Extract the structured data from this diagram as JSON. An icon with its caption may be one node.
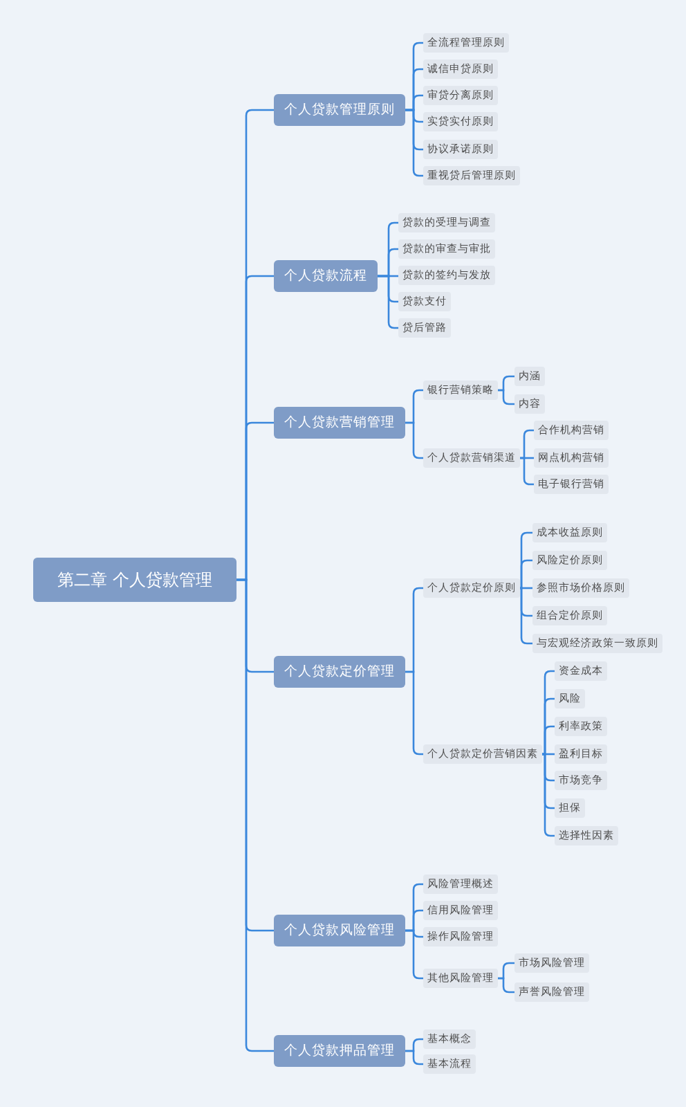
{
  "diagram": {
    "nodes": [
      {
        "text": [
          "第二章 个人贷款管理"
        ]
      },
      {
        "text": [
          "个人贷款管理原则"
        ]
      },
      {
        "text": [
          "全流程管理原则"
        ]
      },
      {
        "text": [
          "诚信申贷原则"
        ]
      },
      {
        "text": [
          "审贷分离原则"
        ]
      },
      {
        "text": [
          "实贷实付原则"
        ]
      },
      {
        "text": [
          "协议承诺原则"
        ]
      },
      {
        "text": [
          "重视贷后管理原则"
        ]
      },
      {
        "text": [
          "个人贷款流程"
        ]
      },
      {
        "text": [
          "贷款的受理与调查"
        ]
      },
      {
        "text": [
          "贷款的审查与审批"
        ]
      },
      {
        "text": [
          "贷款的签约与发放"
        ]
      },
      {
        "text": [
          "贷款支付"
        ]
      },
      {
        "text": [
          "贷后管路"
        ]
      },
      {
        "text": [
          "个人贷款营销管理"
        ]
      },
      {
        "text": [
          "银行营销策略"
        ]
      },
      {
        "text": [
          "内涵"
        ]
      },
      {
        "text": [
          "内容"
        ]
      },
      {
        "text": [
          "个人贷款营销渠道"
        ]
      },
      {
        "text": [
          "合作机构营销"
        ]
      },
      {
        "text": [
          "网点机构营销"
        ]
      },
      {
        "text": [
          "电子银行营销"
        ]
      },
      {
        "text": [
          "个人贷款定价管理"
        ]
      },
      {
        "text": [
          "个人贷款定价原则"
        ]
      },
      {
        "text": [
          "成本收益原则"
        ]
      },
      {
        "text": [
          "风险定价原则"
        ]
      },
      {
        "text": [
          "参照市场价格原则"
        ]
      },
      {
        "text": [
          "组合定价原则"
        ]
      },
      {
        "text": [
          "与宏观经济政策一致原则"
        ]
      },
      {
        "text": [
          "个人贷款定价营销因素"
        ]
      },
      {
        "text": [
          "资金成本"
        ]
      },
      {
        "text": [
          "风险"
        ]
      },
      {
        "text": [
          "利率政策"
        ]
      },
      {
        "text": [
          "盈利目标"
        ]
      },
      {
        "text": [
          "市场竞争"
        ]
      },
      {
        "text": [
          "担保"
        ]
      },
      {
        "text": [
          "选择性因素"
        ]
      },
      {
        "text": [
          "个人贷款风险管理"
        ]
      },
      {
        "text": [
          "风险管理概述"
        ]
      },
      {
        "text": [
          "信用风险管理"
        ]
      },
      {
        "text": [
          "操作风险管理"
        ]
      },
      {
        "text": [
          "其他风险管理"
        ]
      },
      {
        "text": [
          "市场风险管理"
        ]
      },
      {
        "text": [
          "声誉风险管理"
        ]
      },
      {
        "text": [
          "个人贷款押品管理"
        ]
      },
      {
        "text": [
          "基本概念"
        ]
      },
      {
        "text": [
          "基本流程"
        ]
      }
    ],
    "edges": [
      {
        "from": 0,
        "to": 1,
        "arrow": "none"
      },
      {
        "from": 1,
        "to": 2,
        "arrow": "none"
      },
      {
        "from": 1,
        "to": 3,
        "arrow": "none"
      },
      {
        "from": 1,
        "to": 4,
        "arrow": "none"
      },
      {
        "from": 1,
        "to": 5,
        "arrow": "none"
      },
      {
        "from": 1,
        "to": 6,
        "arrow": "none"
      },
      {
        "from": 1,
        "to": 7,
        "arrow": "none"
      },
      {
        "from": 0,
        "to": 8,
        "arrow": "none"
      },
      {
        "from": 8,
        "to": 9,
        "arrow": "none"
      },
      {
        "from": 8,
        "to": 10,
        "arrow": "none"
      },
      {
        "from": 8,
        "to": 11,
        "arrow": "none"
      },
      {
        "from": 8,
        "to": 12,
        "arrow": "none"
      },
      {
        "from": 8,
        "to": 13,
        "arrow": "none"
      },
      {
        "from": 0,
        "to": 14,
        "arrow": "none"
      },
      {
        "from": 14,
        "to": 15,
        "arrow": "none"
      },
      {
        "from": 15,
        "to": 16,
        "arrow": "none"
      },
      {
        "from": 15,
        "to": 17,
        "arrow": "none"
      },
      {
        "from": 14,
        "to": 18,
        "arrow": "none"
      },
      {
        "from": 18,
        "to": 19,
        "arrow": "none"
      },
      {
        "from": 18,
        "to": 20,
        "arrow": "none"
      },
      {
        "from": 18,
        "to": 21,
        "arrow": "none"
      },
      {
        "from": 0,
        "to": 22,
        "arrow": "none"
      },
      {
        "from": 22,
        "to": 23,
        "arrow": "none"
      },
      {
        "from": 23,
        "to": 24,
        "arrow": "none"
      },
      {
        "from": 23,
        "to": 25,
        "arrow": "none"
      },
      {
        "from": 23,
        "to": 26,
        "arrow": "none"
      },
      {
        "from": 23,
        "to": 27,
        "arrow": "none"
      },
      {
        "from": 23,
        "to": 28,
        "arrow": "none"
      },
      {
        "from": 22,
        "to": 29,
        "arrow": "none"
      },
      {
        "from": 29,
        "to": 30,
        "arrow": "none"
      },
      {
        "from": 29,
        "to": 31,
        "arrow": "none"
      },
      {
        "from": 29,
        "to": 32,
        "arrow": "none"
      },
      {
        "from": 29,
        "to": 33,
        "arrow": "none"
      },
      {
        "from": 29,
        "to": 34,
        "arrow": "none"
      },
      {
        "from": 29,
        "to": 35,
        "arrow": "none"
      },
      {
        "from": 29,
        "to": 36,
        "arrow": "none"
      },
      {
        "from": 0,
        "to": 37,
        "arrow": "none"
      },
      {
        "from": 37,
        "to": 38,
        "arrow": "none"
      },
      {
        "from": 37,
        "to": 39,
        "arrow": "none"
      },
      {
        "from": 37,
        "to": 40,
        "arrow": "none"
      },
      {
        "from": 37,
        "to": 41,
        "arrow": "none"
      },
      {
        "from": 41,
        "to": 42,
        "arrow": "none"
      },
      {
        "from": 41,
        "to": 43,
        "arrow": "none"
      },
      {
        "from": 0,
        "to": 44,
        "arrow": "none"
      },
      {
        "from": 44,
        "to": 45,
        "arrow": "none"
      },
      {
        "from": 44,
        "to": 46,
        "arrow": "none"
      }
    ]
  }
}
